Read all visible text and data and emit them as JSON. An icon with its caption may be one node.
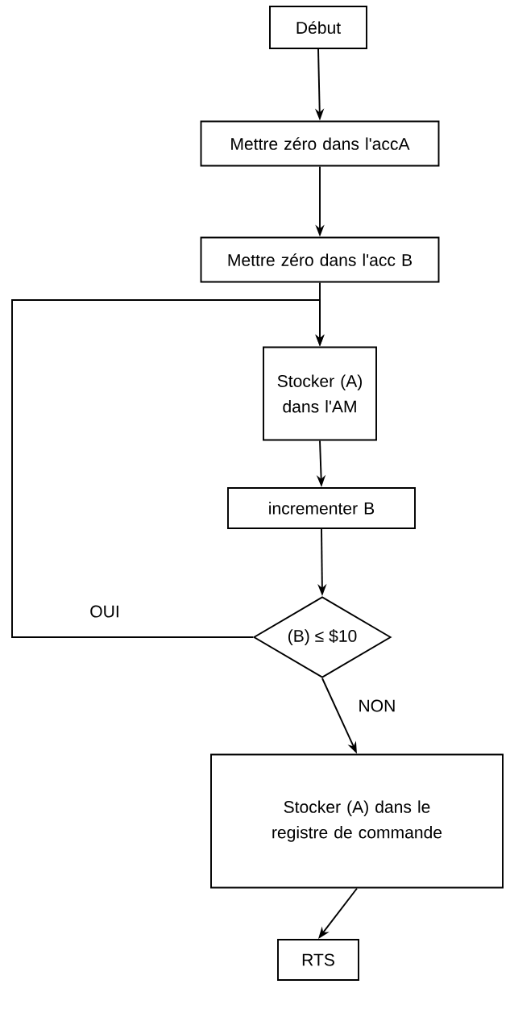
{
  "diagram": {
    "nodes": [
      {
        "text": [
          "Début"
        ]
      },
      {
        "text": [
          "Mettre zéro dans l'accA"
        ]
      },
      {
        "text": [
          "Mettre zéro dans l'acc B"
        ]
      },
      {
        "text": [
          "Stocker (A) dans l'AM"
        ]
      },
      {
        "text": [
          "incrementer B"
        ]
      },
      {
        "text": [
          "(B) ≤ $10"
        ]
      },
      {
        "text": [
          "Stocker (A) dans le registre de commande"
        ]
      },
      {
        "text": [
          "RTS"
        ]
      }
    ],
    "edges": [
      {
        "from": 0,
        "to": 1,
        "arrow": "to"
      },
      {
        "from": 1,
        "to": 2,
        "arrow": "to"
      },
      {
        "from": 2,
        "to": 3,
        "arrow": "to"
      },
      {
        "from": 3,
        "to": 4,
        "arrow": "to"
      },
      {
        "from": 4,
        "to": 5,
        "arrow": "to"
      },
      {
        "from": 5,
        "to": 3,
        "arrow": "to",
        "label": "OUI"
      },
      {
        "from": 5,
        "to": 6,
        "arrow": "to",
        "label": "NON"
      },
      {
        "from": 6,
        "to": 7,
        "arrow": "to"
      }
    ]
  }
}
